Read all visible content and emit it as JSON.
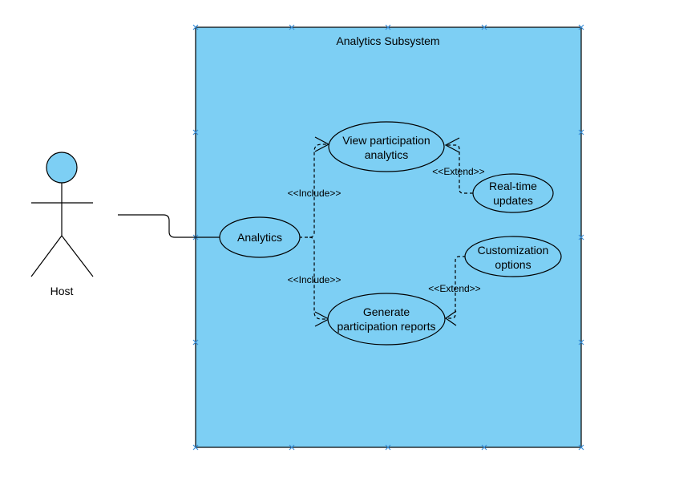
{
  "diagram": {
    "subsystem": {
      "title": "Analytics Subsystem"
    },
    "actor": {
      "name": "Host"
    },
    "use_cases": {
      "analytics": {
        "label": "Analytics"
      },
      "view": {
        "line1": "View participation",
        "line2": "analytics"
      },
      "realtime": {
        "line1": "Real-time",
        "line2": "updates"
      },
      "custom": {
        "line1": "Customization",
        "line2": "options"
      },
      "generate": {
        "line1": "Generate",
        "line2": "participation reports"
      }
    },
    "relations": {
      "include_top": "<<Include>>",
      "include_bottom": "<<Include>>",
      "extend_top": "<<Extend>>",
      "extend_bottom": "<<Extend>>"
    },
    "colors": {
      "subsystem_fill": "#7dcff4",
      "actor_head": "#7dcff4",
      "handle": "#3a8fd8",
      "line": "#000000"
    }
  }
}
